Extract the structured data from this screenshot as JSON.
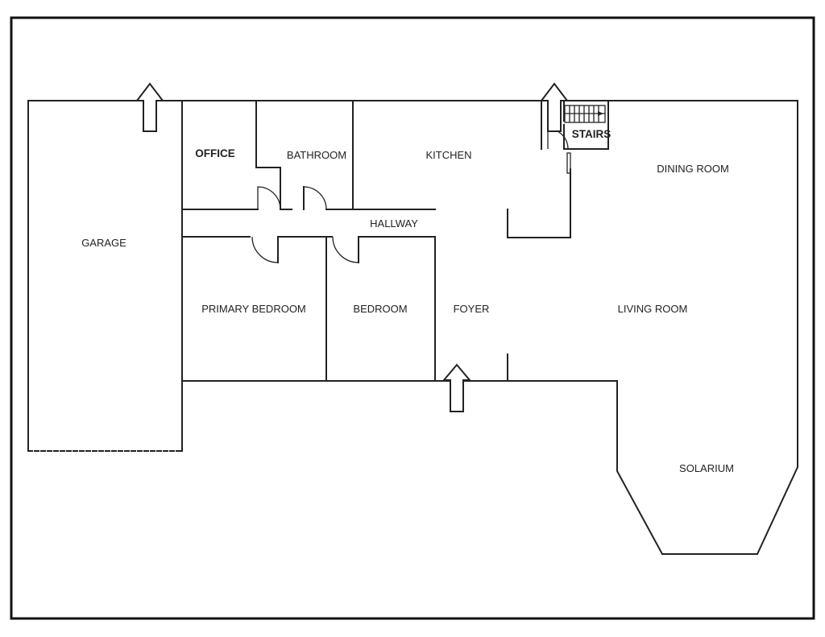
{
  "title": "Floor Plan",
  "rooms": {
    "garage": "GARAGE",
    "office": "OFFICE",
    "bathroom": "BATHROOM",
    "kitchen": "KITCHEN",
    "stairs": "STAIRS",
    "dining_room": "DINING ROOM",
    "hallway": "HALLWAY",
    "primary_bedroom": "PRIMARY BEDROOM",
    "bedroom": "BEDROOM",
    "foyer": "FOYER",
    "living_room": "LIVING ROOM",
    "solarium": "SOLARIUM"
  },
  "colors": {
    "wall": "#222222",
    "background": "#ffffff"
  }
}
